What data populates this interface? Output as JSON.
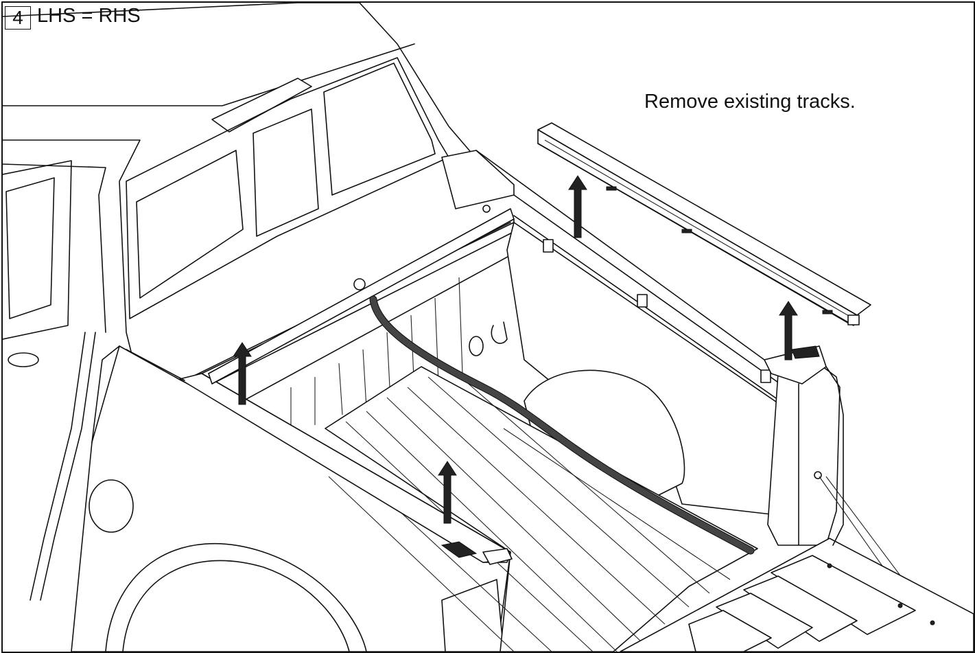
{
  "step": {
    "number": "4",
    "note": "LHS = RHS"
  },
  "instruction": "Remove existing tracks.",
  "illustration": {
    "subject": "pickup-truck-bed",
    "arrows": [
      "left-front-arrow",
      "left-rear-arrow",
      "right-front-arrow",
      "right-rear-arrow"
    ]
  }
}
